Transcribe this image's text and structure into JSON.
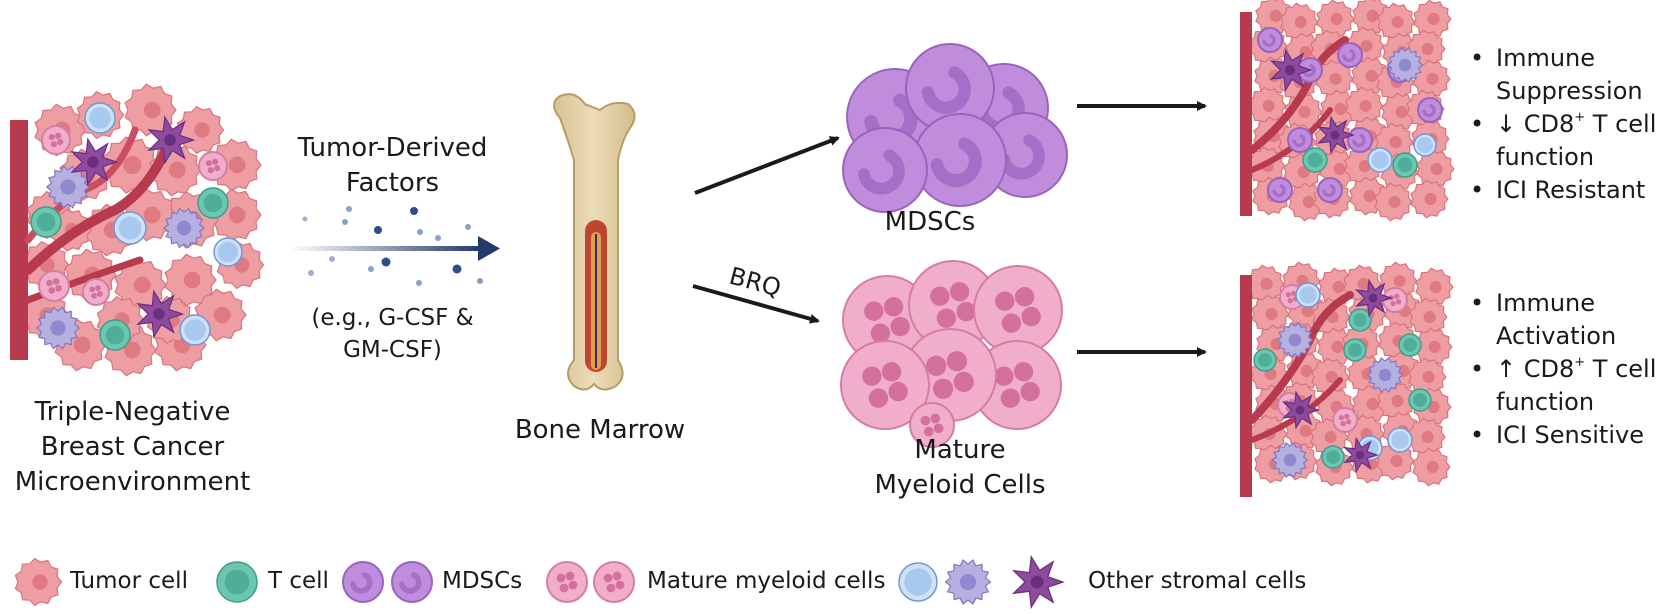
{
  "labels": {
    "tnbc": [
      "Triple-Negative",
      "Breast Cancer",
      "Microenvironment"
    ],
    "tdf_title": [
      "Tumor-Derived",
      "Factors"
    ],
    "tdf_examples": [
      "(e.g., G-CSF &",
      "GM-CSF)"
    ],
    "bone_marrow": "Bone Marrow",
    "mdscs": "MDSCs",
    "mature": [
      "Mature",
      "Myeloid Cells"
    ],
    "brq": "BRQ"
  },
  "outcomes": {
    "top": [
      {
        "text": "Immune Suppression"
      },
      {
        "arrow": "↓",
        "pre": "CD8",
        "sup": "+",
        "post": " T cell function"
      },
      {
        "text": "ICI Resistant"
      }
    ],
    "bottom": [
      {
        "text": "Immune Activation"
      },
      {
        "arrow": "↑",
        "pre": "CD8",
        "sup": "+",
        "post": " T cell function"
      },
      {
        "text": "ICI Sensitive"
      }
    ]
  },
  "legend": {
    "tumor": "Tumor cell",
    "tcell": "T cell",
    "mdsc": "MDSCs",
    "mature": "Mature myeloid cells",
    "stromal": "Other stromal cells"
  },
  "colors": {
    "vessel": "#b83a4e",
    "tumor": "#ee9ea3",
    "tcell": "#6cc7b2",
    "mdsc": "#bf8ddc",
    "mature": "#f1aecb",
    "stroma_blue": "#a7c8ef",
    "stroma_lavender": "#b6b0e0",
    "stroma_purple": "#8d4a9e",
    "arrow": "#1a1a1a",
    "factor_arrow": "#243a6b"
  }
}
